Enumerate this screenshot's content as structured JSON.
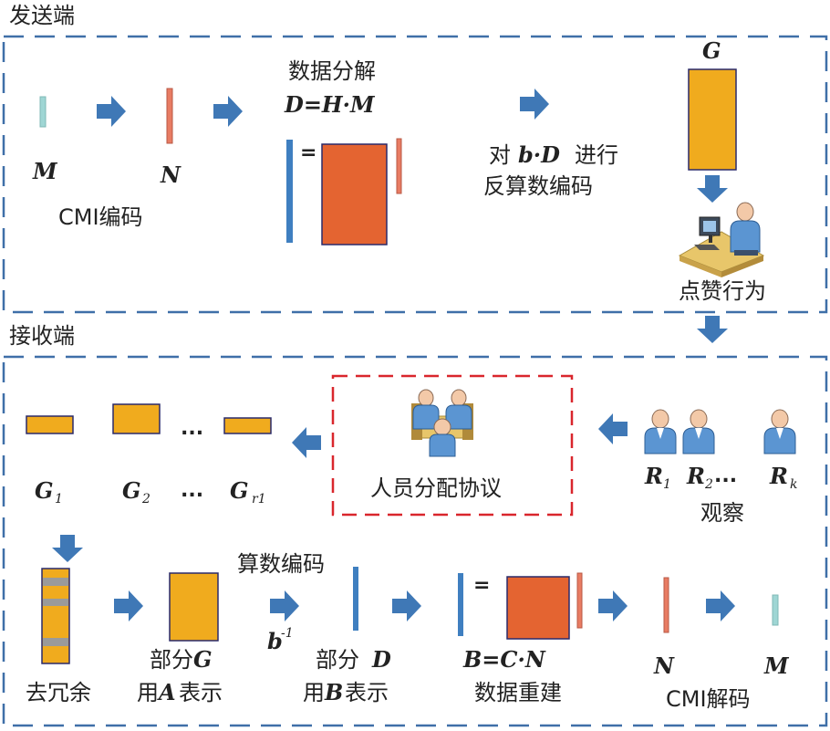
{
  "colors": {
    "frame_blue": "#3f6fa8",
    "frame_red": "#d9262c",
    "arrow_blue": "#3f78b6",
    "bar_blue": "#3f7fc0",
    "orange": "#f0ab1e",
    "red_orange": "#e46431",
    "teal": "#9fd6d4",
    "salmon": "#e87c63",
    "gray": "#9a9a9a",
    "box_border": "#2a2a6a"
  },
  "sender": {
    "title": "发送端",
    "m_label": "M",
    "n_label": "N",
    "cmi_encode": "CMI编码",
    "decompose_title": "数据分解",
    "decompose_eq": "D=H·M",
    "equals": "=",
    "g_label": "G",
    "encode_line1_a": "对",
    "encode_line1_b": "b·D",
    "encode_line1_c": "进行",
    "encode_line2": "反算数编码",
    "like_action": "点赞行为"
  },
  "receiver": {
    "title": "接收端",
    "g_labels": [
      {
        "main": "G",
        "sub": "1"
      },
      {
        "main": "G",
        "sub": "2"
      },
      {
        "main": "G",
        "sub": "r1"
      }
    ],
    "dots": "...",
    "dots_label": "...",
    "protocol": "人员分配协议",
    "r_labels": [
      {
        "main": "R",
        "sub": "1"
      },
      {
        "main": "R",
        "sub": "2"
      },
      {
        "main": "R",
        "sub": "k"
      }
    ],
    "r_dots": "...",
    "observe": "观察",
    "remove_redundancy": "去冗余",
    "partial_g_1": "部分",
    "partial_g_2": "G",
    "partial_g_3a": "用",
    "partial_g_3b": "A",
    "partial_g_3c": "表示",
    "arith_encode": "算数编码",
    "b_inv": "b",
    "b_inv_sup": "-1",
    "partial_d_1": "部分",
    "partial_d_2": "D",
    "partial_d_3a": "用",
    "partial_d_3b": "B",
    "partial_d_3c": "表示",
    "equals": "=",
    "rebuild_eq": "B=C·N",
    "rebuild": "数据重建",
    "n_label": "N",
    "m_label": "M",
    "cmi_decode": "CMI解码"
  }
}
